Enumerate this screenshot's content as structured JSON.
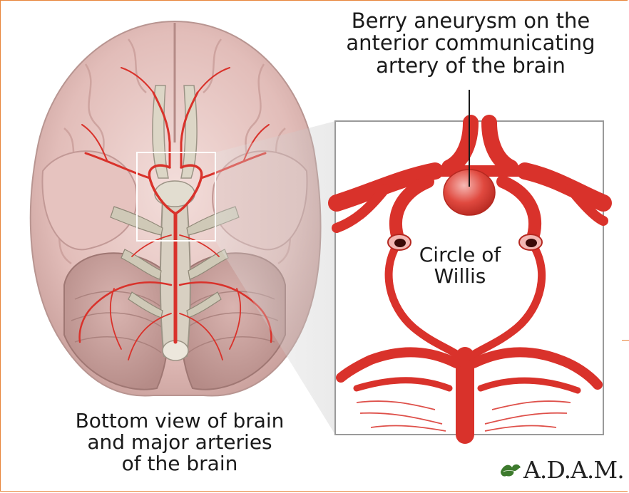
{
  "callout": {
    "title_lines": [
      "Berry aneurysm on the",
      "anterior communicating",
      "artery of the brain"
    ]
  },
  "inset": {
    "label_lines": [
      "Circle of",
      "Willis"
    ]
  },
  "caption": {
    "lines": [
      "Bottom view of brain",
      "and major arteries",
      "of the brain"
    ]
  },
  "logo": {
    "text": "A.D.A.M."
  },
  "colors": {
    "artery": "#d9322b",
    "brain": "#e7c7c4",
    "frame": "#e8843a",
    "inset_border": "#9a9a9a"
  },
  "icons": [
    "leaf-logo-icon"
  ]
}
